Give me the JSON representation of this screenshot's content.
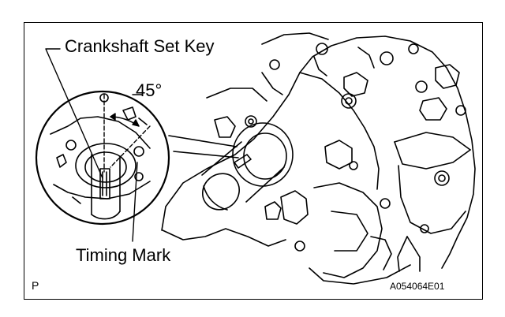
{
  "labels": {
    "crankshaft_set_key": "Crankshaft Set Key",
    "angle": "45°",
    "timing_mark": "Timing Mark",
    "view_letter": "P",
    "figure_code": "A054064E01"
  }
}
